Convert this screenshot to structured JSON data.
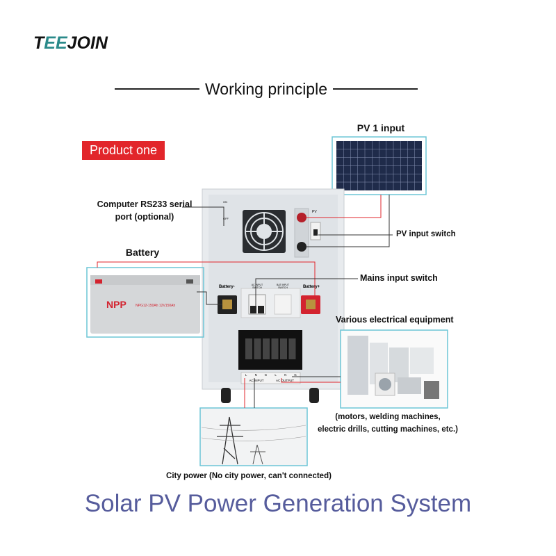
{
  "logo": {
    "text": "TEEJOIN"
  },
  "header": {
    "title": "Working principle"
  },
  "badge": {
    "label": "Product one"
  },
  "labels": {
    "pv_input": "PV 1 input",
    "rs233_line1": "Computer RS233 serial",
    "rs233_line2": "port (optional)",
    "battery": "Battery",
    "pv_input_switch": "PV input switch",
    "mains_input_switch": "Mains input switch",
    "equipment": "Various electrical equipment",
    "equipment_note_line1": "(motors, welding machines,",
    "equipment_note_line2": "electric drills, cutting machines, etc.)",
    "city_power": "City power (No city power, can't connected)"
  },
  "inverter": {
    "battery_minus": "Battery-",
    "battery_plus": "Battery+",
    "pv_switch": "PV",
    "on": "ON",
    "off": "OFF",
    "ac_input_switch": "AC INPUT SWITCH",
    "bat_input_switch": "BAT INPUT SWITCH",
    "terminals": [
      "L",
      "N",
      "G",
      "L",
      "N",
      "G"
    ],
    "ac_input": "AC INPUT",
    "ac_output": "AC OUTPUT"
  },
  "battery": {
    "brand": "NPP",
    "model": "NPG12-150Ah 12V150Ah"
  },
  "footer": {
    "title": "Solar PV Power Generation System"
  },
  "colors": {
    "accent_red": "#e2262b",
    "title_blue": "#565c9c",
    "frame_cyan": "#6cc5d6",
    "logo_teal": "#2a8a8a"
  }
}
